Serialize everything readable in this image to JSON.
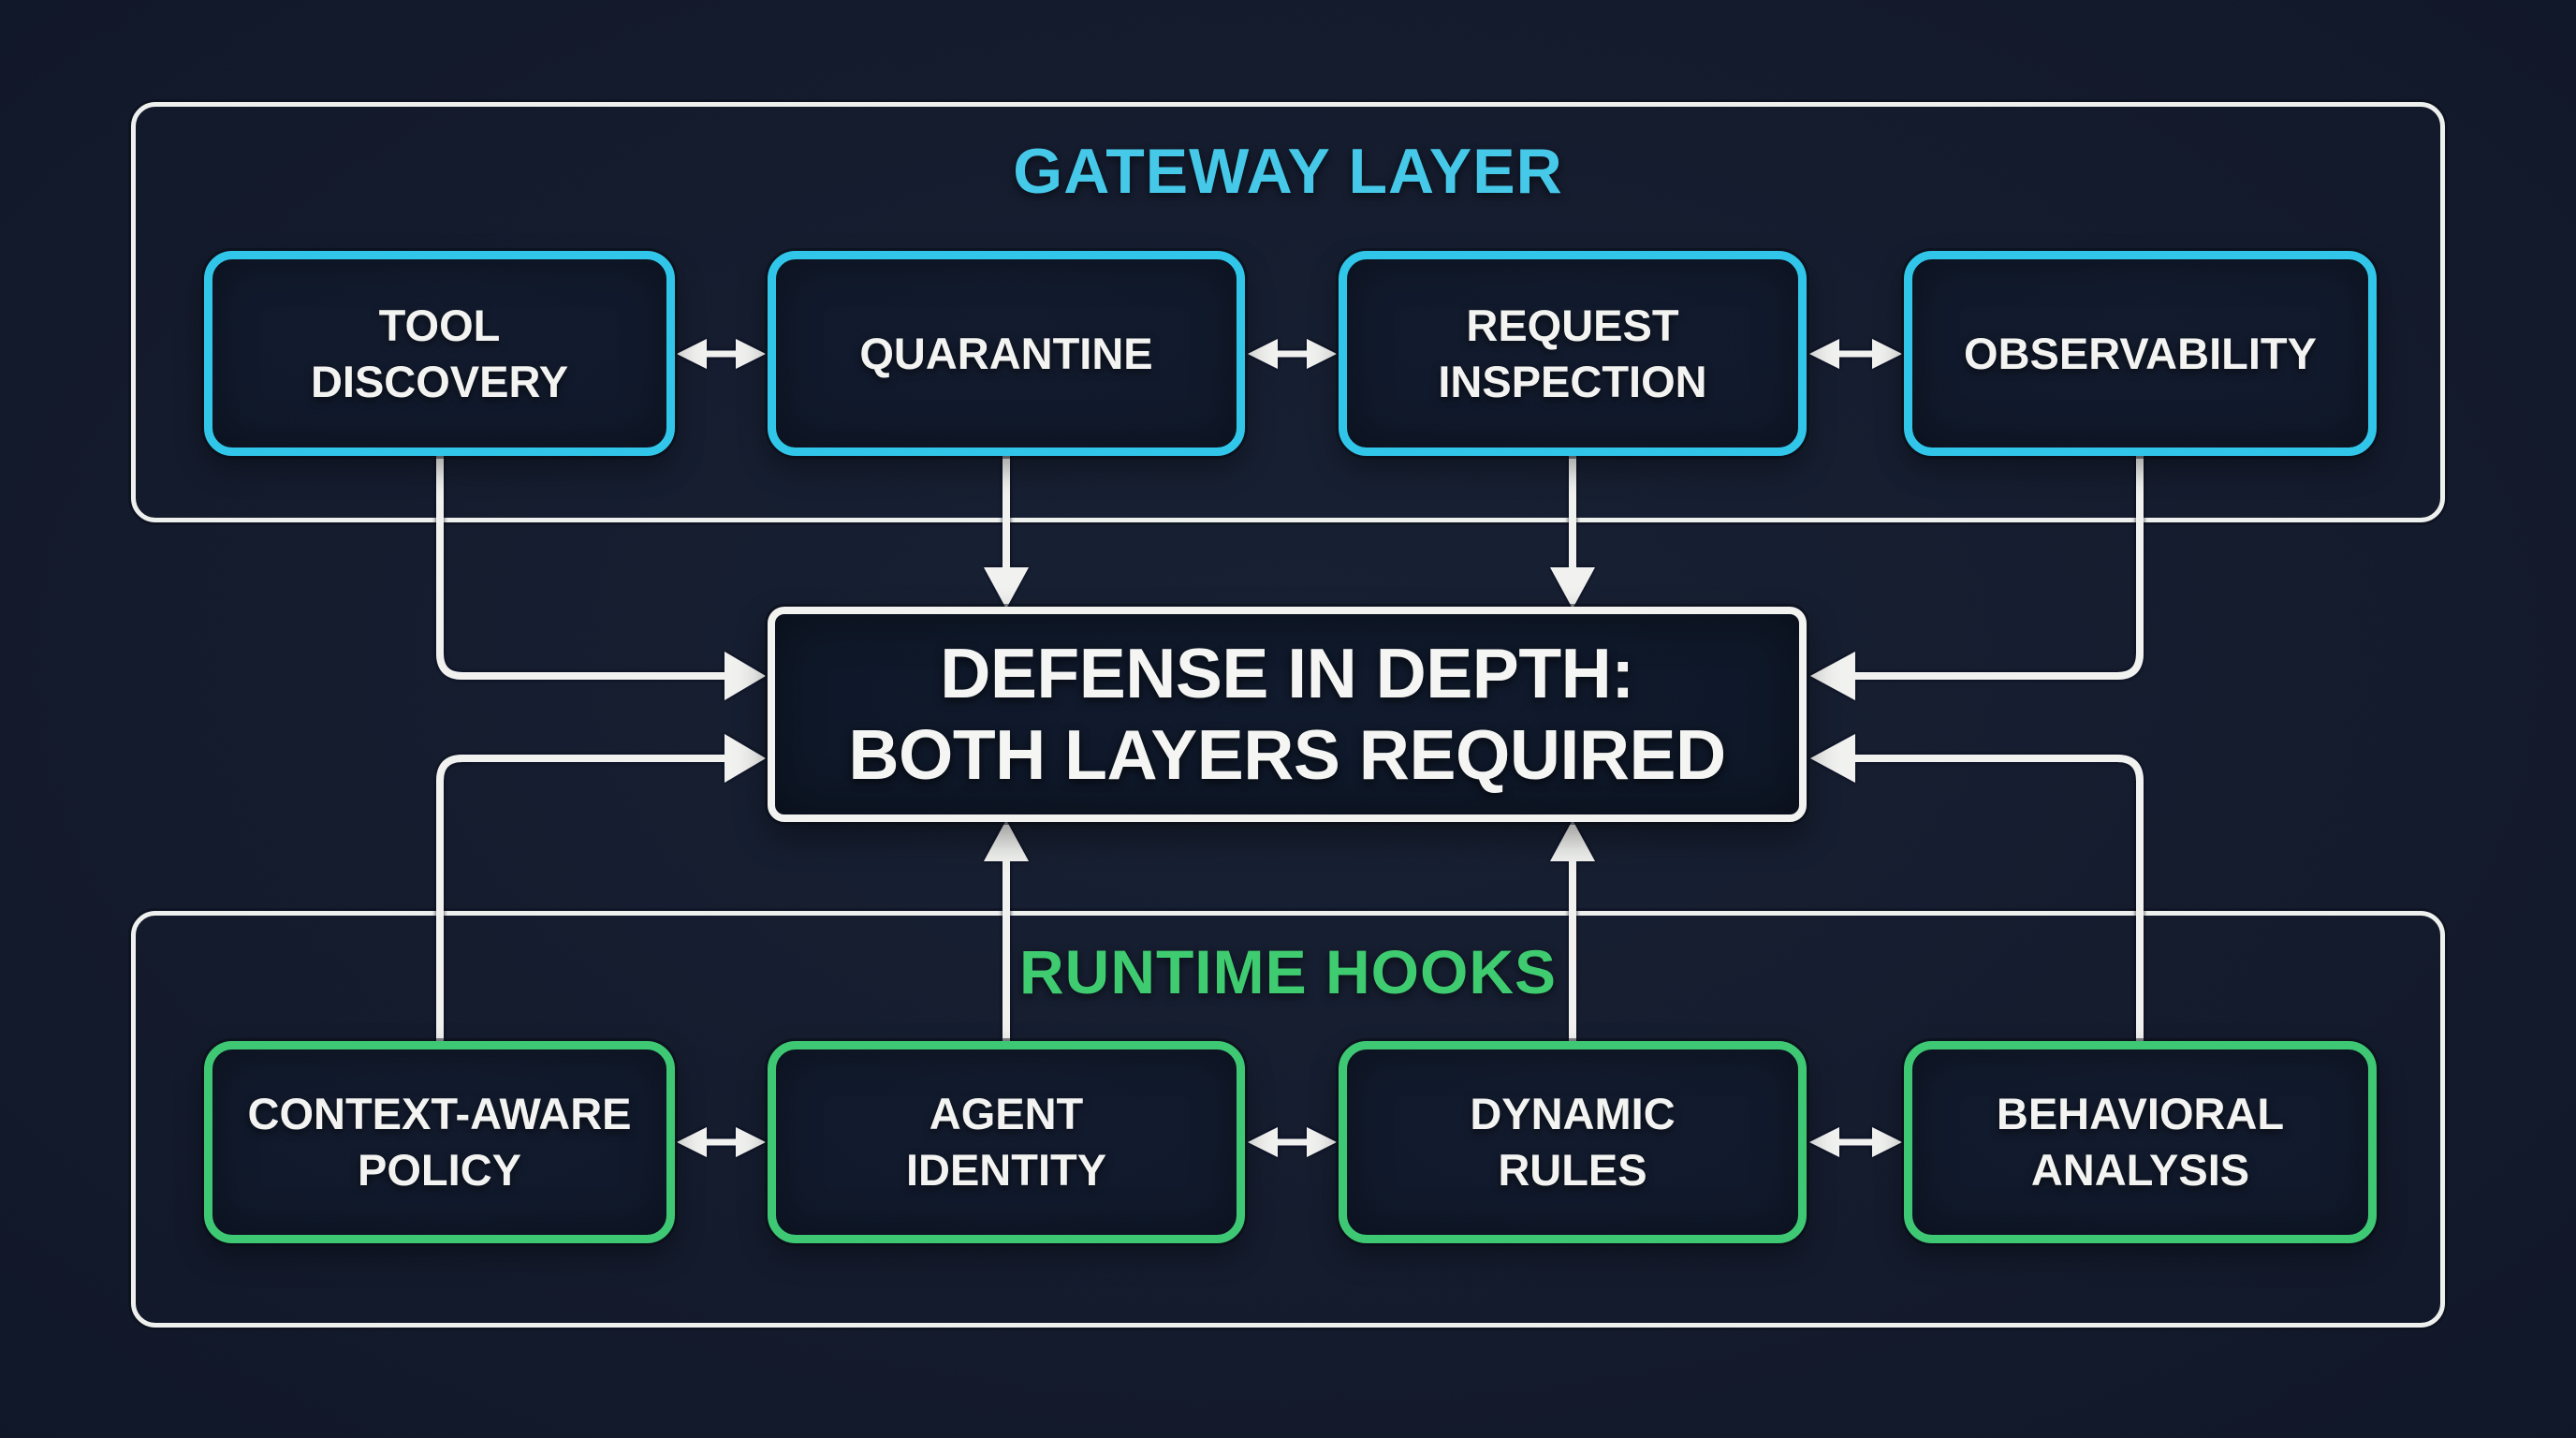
{
  "colors": {
    "background": "#131A2C",
    "panel_border": "#EEF0EE",
    "gateway_accent": "#30C6E9",
    "gateway_title": "#45C8E9",
    "runtime_accent": "#3DC873",
    "runtime_title": "#3ECB6F",
    "node_fill": "#0E1626",
    "text": "#F3F4F2",
    "connector": "#F1F2F0"
  },
  "gateway_layer": {
    "title": "GATEWAY LAYER",
    "boxes": [
      {
        "id": "tool-discovery",
        "lines": [
          "TOOL",
          "DISCOVERY"
        ]
      },
      {
        "id": "quarantine",
        "lines": [
          "QUARANTINE"
        ]
      },
      {
        "id": "request-inspection",
        "lines": [
          "REQUEST",
          "INSPECTION"
        ]
      },
      {
        "id": "observability",
        "lines": [
          "OBSERVABILITY"
        ]
      }
    ]
  },
  "center_box": {
    "lines": [
      "DEFENSE IN DEPTH:",
      "BOTH LAYERS REQUIRED"
    ]
  },
  "runtime_hooks": {
    "title": "RUNTIME HOOKS",
    "boxes": [
      {
        "id": "context-aware-policy",
        "lines": [
          "CONTEXT-AWARE",
          "POLICY"
        ]
      },
      {
        "id": "agent-identity",
        "lines": [
          "AGENT",
          "IDENTITY"
        ]
      },
      {
        "id": "dynamic-rules",
        "lines": [
          "DYNAMIC",
          "RULES"
        ]
      },
      {
        "id": "behavioral-analysis",
        "lines": [
          "BEHAVIORAL",
          "ANALYSIS"
        ]
      }
    ]
  },
  "connections": [
    {
      "from": "tool-discovery",
      "to": "defense-in-depth",
      "direction": "one-way"
    },
    {
      "from": "quarantine",
      "to": "defense-in-depth",
      "direction": "one-way"
    },
    {
      "from": "request-inspection",
      "to": "defense-in-depth",
      "direction": "one-way"
    },
    {
      "from": "observability",
      "to": "defense-in-depth",
      "direction": "one-way"
    },
    {
      "from": "context-aware-policy",
      "to": "defense-in-depth",
      "direction": "one-way"
    },
    {
      "from": "agent-identity",
      "to": "defense-in-depth",
      "direction": "one-way"
    },
    {
      "from": "dynamic-rules",
      "to": "defense-in-depth",
      "direction": "one-way"
    },
    {
      "from": "behavioral-analysis",
      "to": "defense-in-depth",
      "direction": "one-way"
    },
    {
      "between": [
        "tool-discovery",
        "quarantine"
      ],
      "direction": "two-way"
    },
    {
      "between": [
        "quarantine",
        "request-inspection"
      ],
      "direction": "two-way"
    },
    {
      "between": [
        "request-inspection",
        "observability"
      ],
      "direction": "two-way"
    },
    {
      "between": [
        "context-aware-policy",
        "agent-identity"
      ],
      "direction": "two-way"
    },
    {
      "between": [
        "agent-identity",
        "dynamic-rules"
      ],
      "direction": "two-way"
    },
    {
      "between": [
        "dynamic-rules",
        "behavioral-analysis"
      ],
      "direction": "two-way"
    }
  ]
}
